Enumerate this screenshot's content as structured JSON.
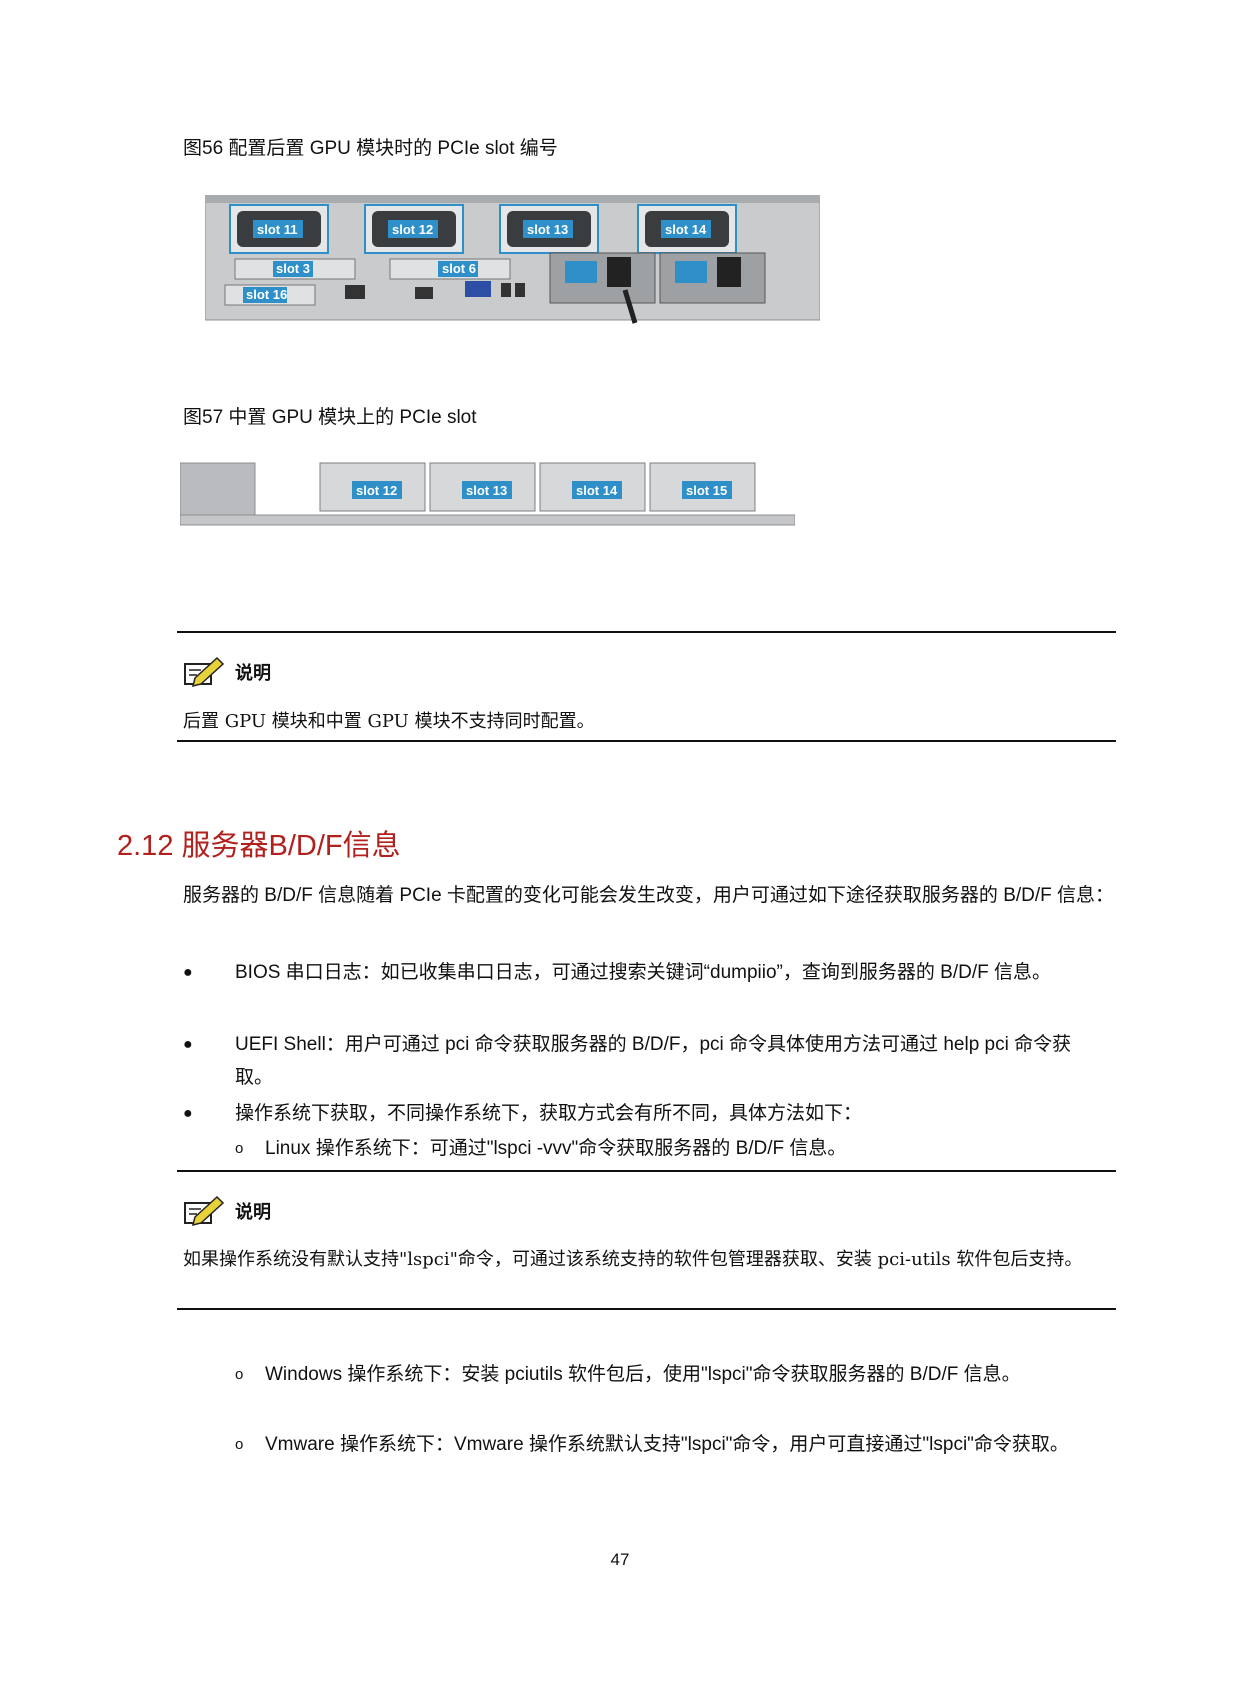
{
  "figure56": {
    "caption": "图56  配置后置 GPU 模块时的 PCIe slot 编号",
    "slots": [
      "slot 11",
      "slot 12",
      "slot 13",
      "slot 14",
      "slot 3",
      "slot 6",
      "slot 16"
    ]
  },
  "figure57": {
    "caption": "图57  中置 GPU 模块上的 PCIe slot",
    "slots": [
      "slot 12",
      "slot 13",
      "slot 14",
      "slot 15"
    ]
  },
  "note1": {
    "label": "说明",
    "text": "后置 GPU 模块和中置 GPU 模块不支持同时配置。"
  },
  "section": {
    "title": "2.12  服务器B/D/F信息",
    "intro": "服务器的 B/D/F 信息随着 PCIe 卡配置的变化可能会发生改变，用户可通过如下途径获取服务器的 B/D/F 信息：",
    "bullets": [
      "BIOS 串口日志：如已收集串口日志，可通过搜索关键词“dumpiio”，查询到服务器的 B/D/F 信息。",
      "UEFI Shell：用户可通过 pci 命令获取服务器的 B/D/F，pci 命令具体使用方法可通过 help pci 命令获取。",
      "操作系统下获取，不同操作系统下，获取方式会有所不同，具体方法如下："
    ],
    "sub1": "Linux 操作系统下：可通过\"lspci -vvv\"命令获取服务器的 B/D/F 信息。",
    "sub2": "Windows 操作系统下：安装 pciutils 软件包后，使用\"lspci\"命令获取服务器的 B/D/F 信息。",
    "sub3": "Vmware 操作系统下：Vmware 操作系统默认支持\"lspci\"命令，用户可直接通过\"lspci\"命令获取。"
  },
  "note2": {
    "label": "说明",
    "text": "如果操作系统没有默认支持\"lspci\"命令，可通过该系统支持的软件包管理器获取、安装 pci-utils 软件包后支持。"
  },
  "page_number": "47",
  "colors": {
    "section_title": "#b0201c",
    "slot_label_bg": "#2f8fc8"
  }
}
